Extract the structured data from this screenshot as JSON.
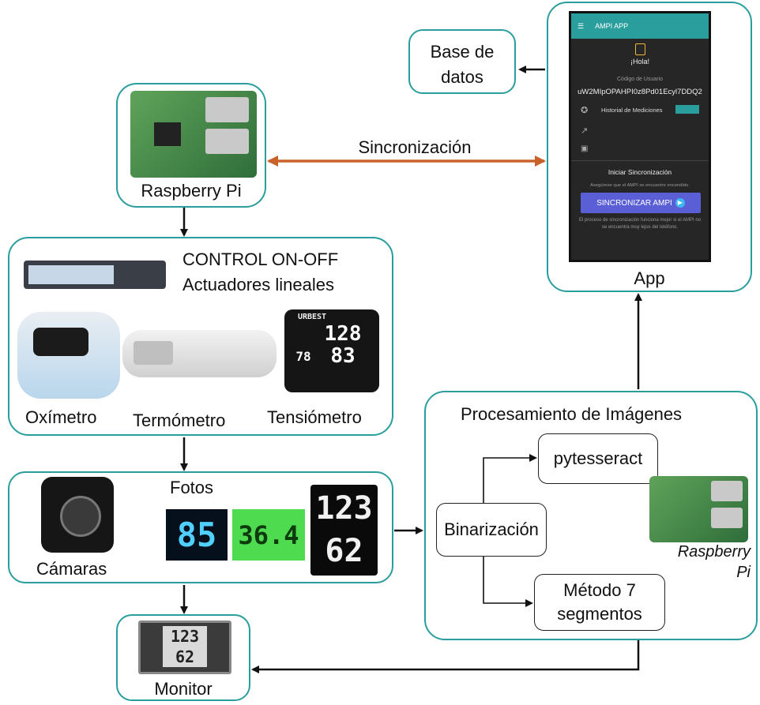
{
  "nodes": {
    "base_datos": "Base de\ndatos",
    "raspberry": "Raspberry Pi",
    "sync_label": "Sincronización",
    "app": "App",
    "control_title": "CONTROL ON-OFF",
    "control_subtitle": "Actuadores lineales",
    "oximetro": "Oxímetro",
    "termometro": "Termómetro",
    "tensiometro": "Tensiómetro",
    "fotos": "Fotos",
    "camaras": "Cámaras",
    "monitor": "Monitor",
    "procesamiento": "Procesamiento de Imágenes",
    "pytesseract": "pytesseract",
    "binarizacion": "Binarización",
    "metodo": "Método 7\nsegmentos",
    "raspberry_italic": "Raspberry\nPi"
  },
  "displays": {
    "pulse": "85",
    "temp": "36.4",
    "bp_top": "123",
    "bp_bottom": "62",
    "tens_top": "128",
    "tens_bottom": "83",
    "tens_pulse": "78",
    "tens_brand": "URBEST",
    "monitor_top": "123",
    "monitor_bottom": "62"
  },
  "phone": {
    "app_title": "AMPI APP",
    "greeting": "¡Hola!",
    "code_label": "Código de Usuario",
    "code": "uW2MIpOPAHPI0z8Pd01Ecyl7DDQ2",
    "history": "Historial de Mediciones",
    "sync_title": "Iniciar Sincronización",
    "sync_hint": "Asegúrese que el AMPI se encuentre encendido.",
    "sync_button": "SINCRONIZAR AMPI",
    "sync_note": "El proceso de sincronización funciona mejor si el AMPI no se encuentra muy lejos del teléfono."
  },
  "colors": {
    "box_border": "#2a9d9d",
    "sync_arrow": "#c8622a",
    "arrow": "#111111"
  }
}
